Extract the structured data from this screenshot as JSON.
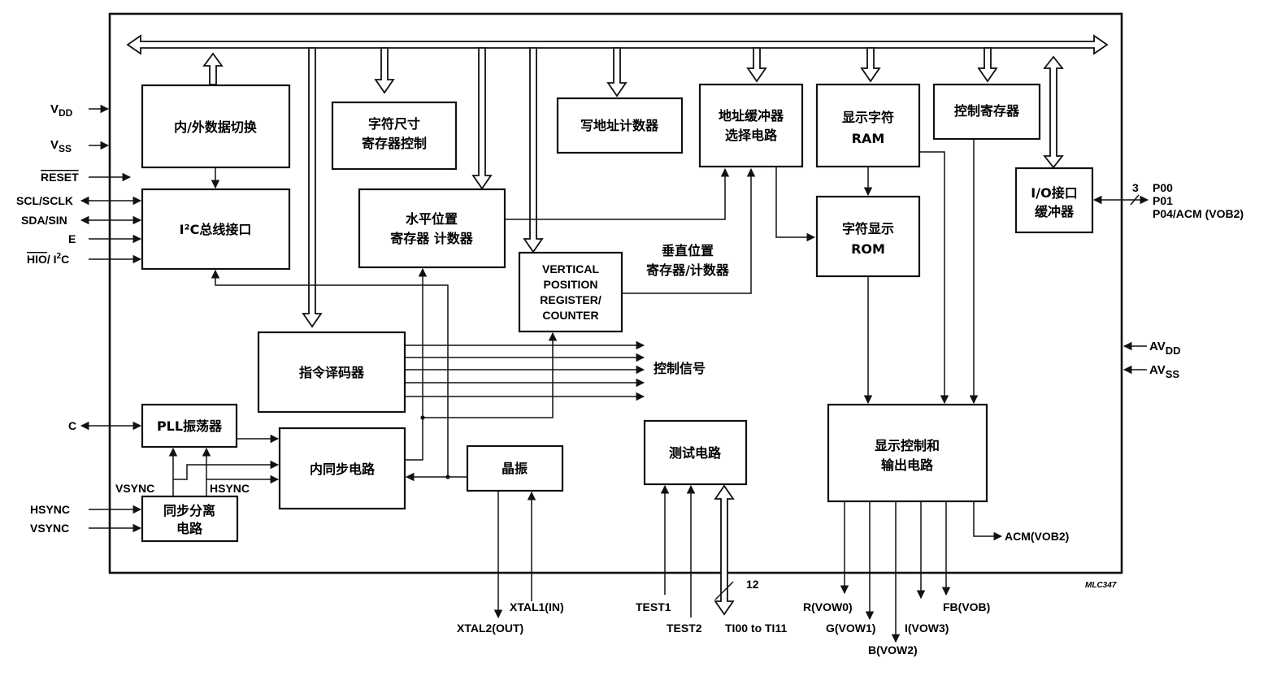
{
  "blocks": {
    "data_switch": "内/外数据切换",
    "char_size_1": "字符尺寸",
    "char_size_2": "寄存器控制",
    "write_addr": "写地址计数器",
    "addr_buf_1": "地址缓冲器",
    "addr_buf_2": "选择电路",
    "char_ram_1": "显示字符",
    "char_ram_2": "RAM",
    "ctrl_reg": "控制寄存器",
    "io_buf_1": "I/O接口",
    "io_buf_2": "缓冲器",
    "i2c_iface": "I²C总线接口",
    "hpos_1": "水平位置",
    "hpos_2": "寄存器 计数器",
    "vpos_en_1": "VERTICAL",
    "vpos_en_2": "POSITION",
    "vpos_en_3": "REGISTER/",
    "vpos_en_4": "COUNTER",
    "vpos_zh_1": "垂直位置",
    "vpos_zh_2": "寄存器/计数器",
    "char_rom_1": "字符显示",
    "char_rom_2": "ROM",
    "instr_dec": "指令译码器",
    "ctrl_signal": "控制信号",
    "pll": "PLL振荡器",
    "int_sync": "内同步电路",
    "crystal": "晶振",
    "test_circuit": "测试电路",
    "disp_out_1": "显示控制和",
    "disp_out_2": "输出电路",
    "sync_sep_1": "同步分离",
    "sync_sep_2": "电路"
  },
  "pins": {
    "vdd": "V",
    "vdd_sub": "DD",
    "vss": "V",
    "vss_sub": "SS",
    "reset": "RESET",
    "scl": "SCL/SCLK",
    "sda": "SDA/SIN",
    "e": "E",
    "hio_1": "HIO",
    "hio_2": "/ I",
    "hio_sup": "2",
    "hio_3": "C",
    "c": "C",
    "vsync_int": "VSYNC",
    "hsync_int": "HSYNC",
    "hsync": "HSYNC",
    "vsync": "VSYNC",
    "p00": "P00",
    "p01": "P01",
    "p04": "P04/ACM (VOB2)",
    "p_count": "3",
    "avdd": "AV",
    "avdd_sub": "DD",
    "avss": "AV",
    "avss_sub": "SS",
    "acm": "ACM(VOB2)",
    "xtal1": "XTAL1(IN)",
    "xtal2": "XTAL2(OUT)",
    "test1": "TEST1",
    "test2": "TEST2",
    "ti": "TI00 to TI11",
    "ti_count": "12",
    "r": "R(VOW0)",
    "g": "G(VOW1)",
    "b": "B(VOW2)",
    "i": "I(VOW3)",
    "fb": "FB(VOB)",
    "code": "MLC347"
  }
}
